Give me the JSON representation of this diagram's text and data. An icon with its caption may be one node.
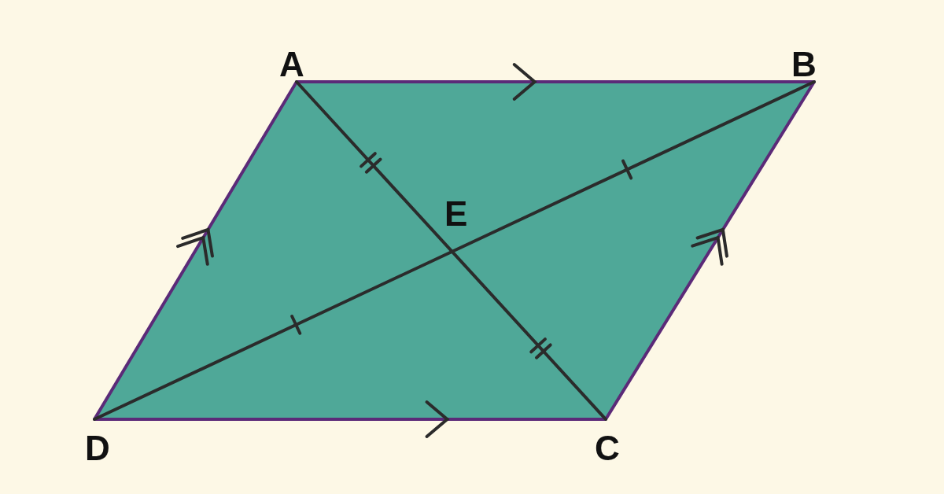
{
  "diagram": {
    "labels": [
      "A",
      "B",
      "E",
      "D",
      "C"
    ]
  }
}
